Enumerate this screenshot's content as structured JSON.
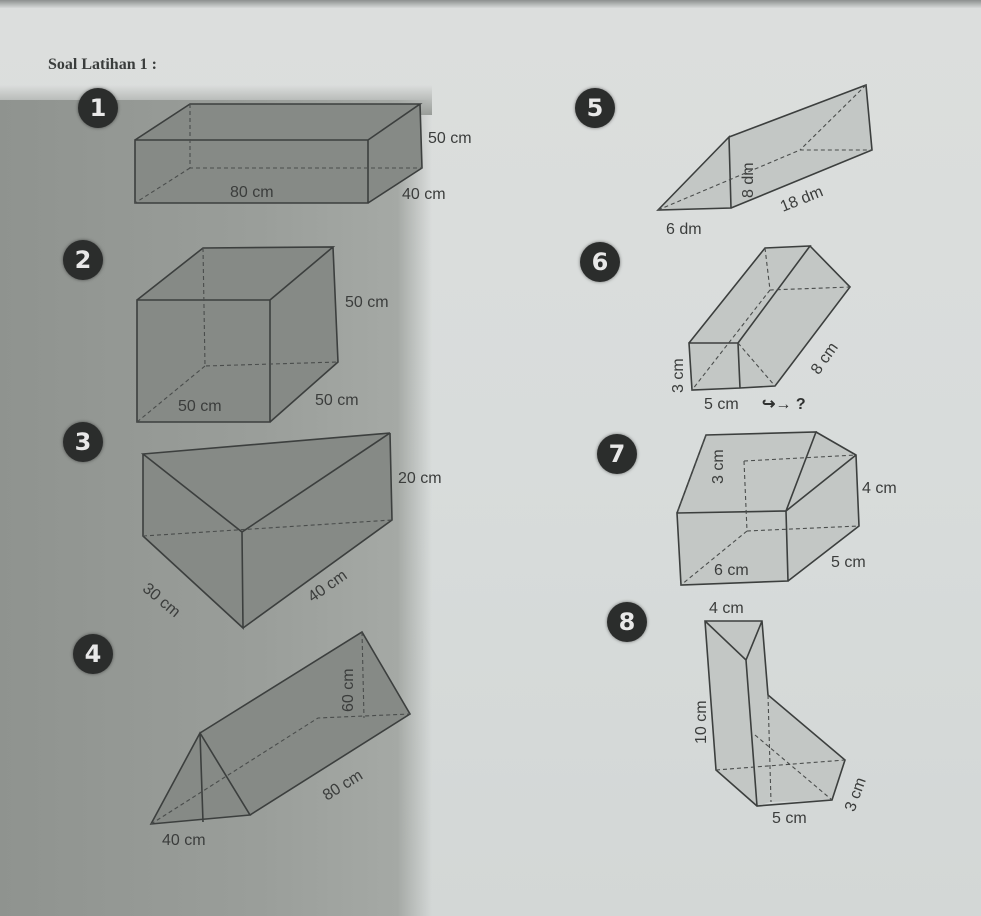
{
  "title": "Soal Latihan 1 :",
  "problems": [
    {
      "number": "1",
      "shape": "cuboid",
      "labels": {
        "length": "80 cm",
        "width": "40 cm",
        "height": "50 cm"
      }
    },
    {
      "number": "2",
      "shape": "cube",
      "labels": {
        "length": "50 cm",
        "width": "50 cm",
        "height": "50 cm"
      }
    },
    {
      "number": "3",
      "shape": "triangular-prism",
      "labels": {
        "side_a": "30 cm",
        "side_b": "40 cm",
        "height": "20 cm"
      }
    },
    {
      "number": "4",
      "shape": "triangular-prism",
      "labels": {
        "base": "40 cm",
        "triangle_height": "60 cm",
        "length": "80 cm"
      }
    },
    {
      "number": "5",
      "shape": "triangular-prism",
      "labels": {
        "base": "6 dm",
        "height": "8 dm",
        "length": "18 dm"
      }
    },
    {
      "number": "6",
      "shape": "cuboid",
      "labels": {
        "height": "3 cm",
        "width": "5 cm",
        "length": "8 cm"
      },
      "annotation": "↪→ ?"
    },
    {
      "number": "7",
      "shape": "pentagonal-prism",
      "labels": {
        "roof": "3 cm",
        "height": "4 cm",
        "width": "6 cm",
        "depth": "5 cm"
      }
    },
    {
      "number": "8",
      "shape": "L-prism",
      "labels": {
        "top": "4 cm",
        "height": "10 cm",
        "bottom": "5 cm",
        "depth": "3 cm"
      }
    }
  ]
}
